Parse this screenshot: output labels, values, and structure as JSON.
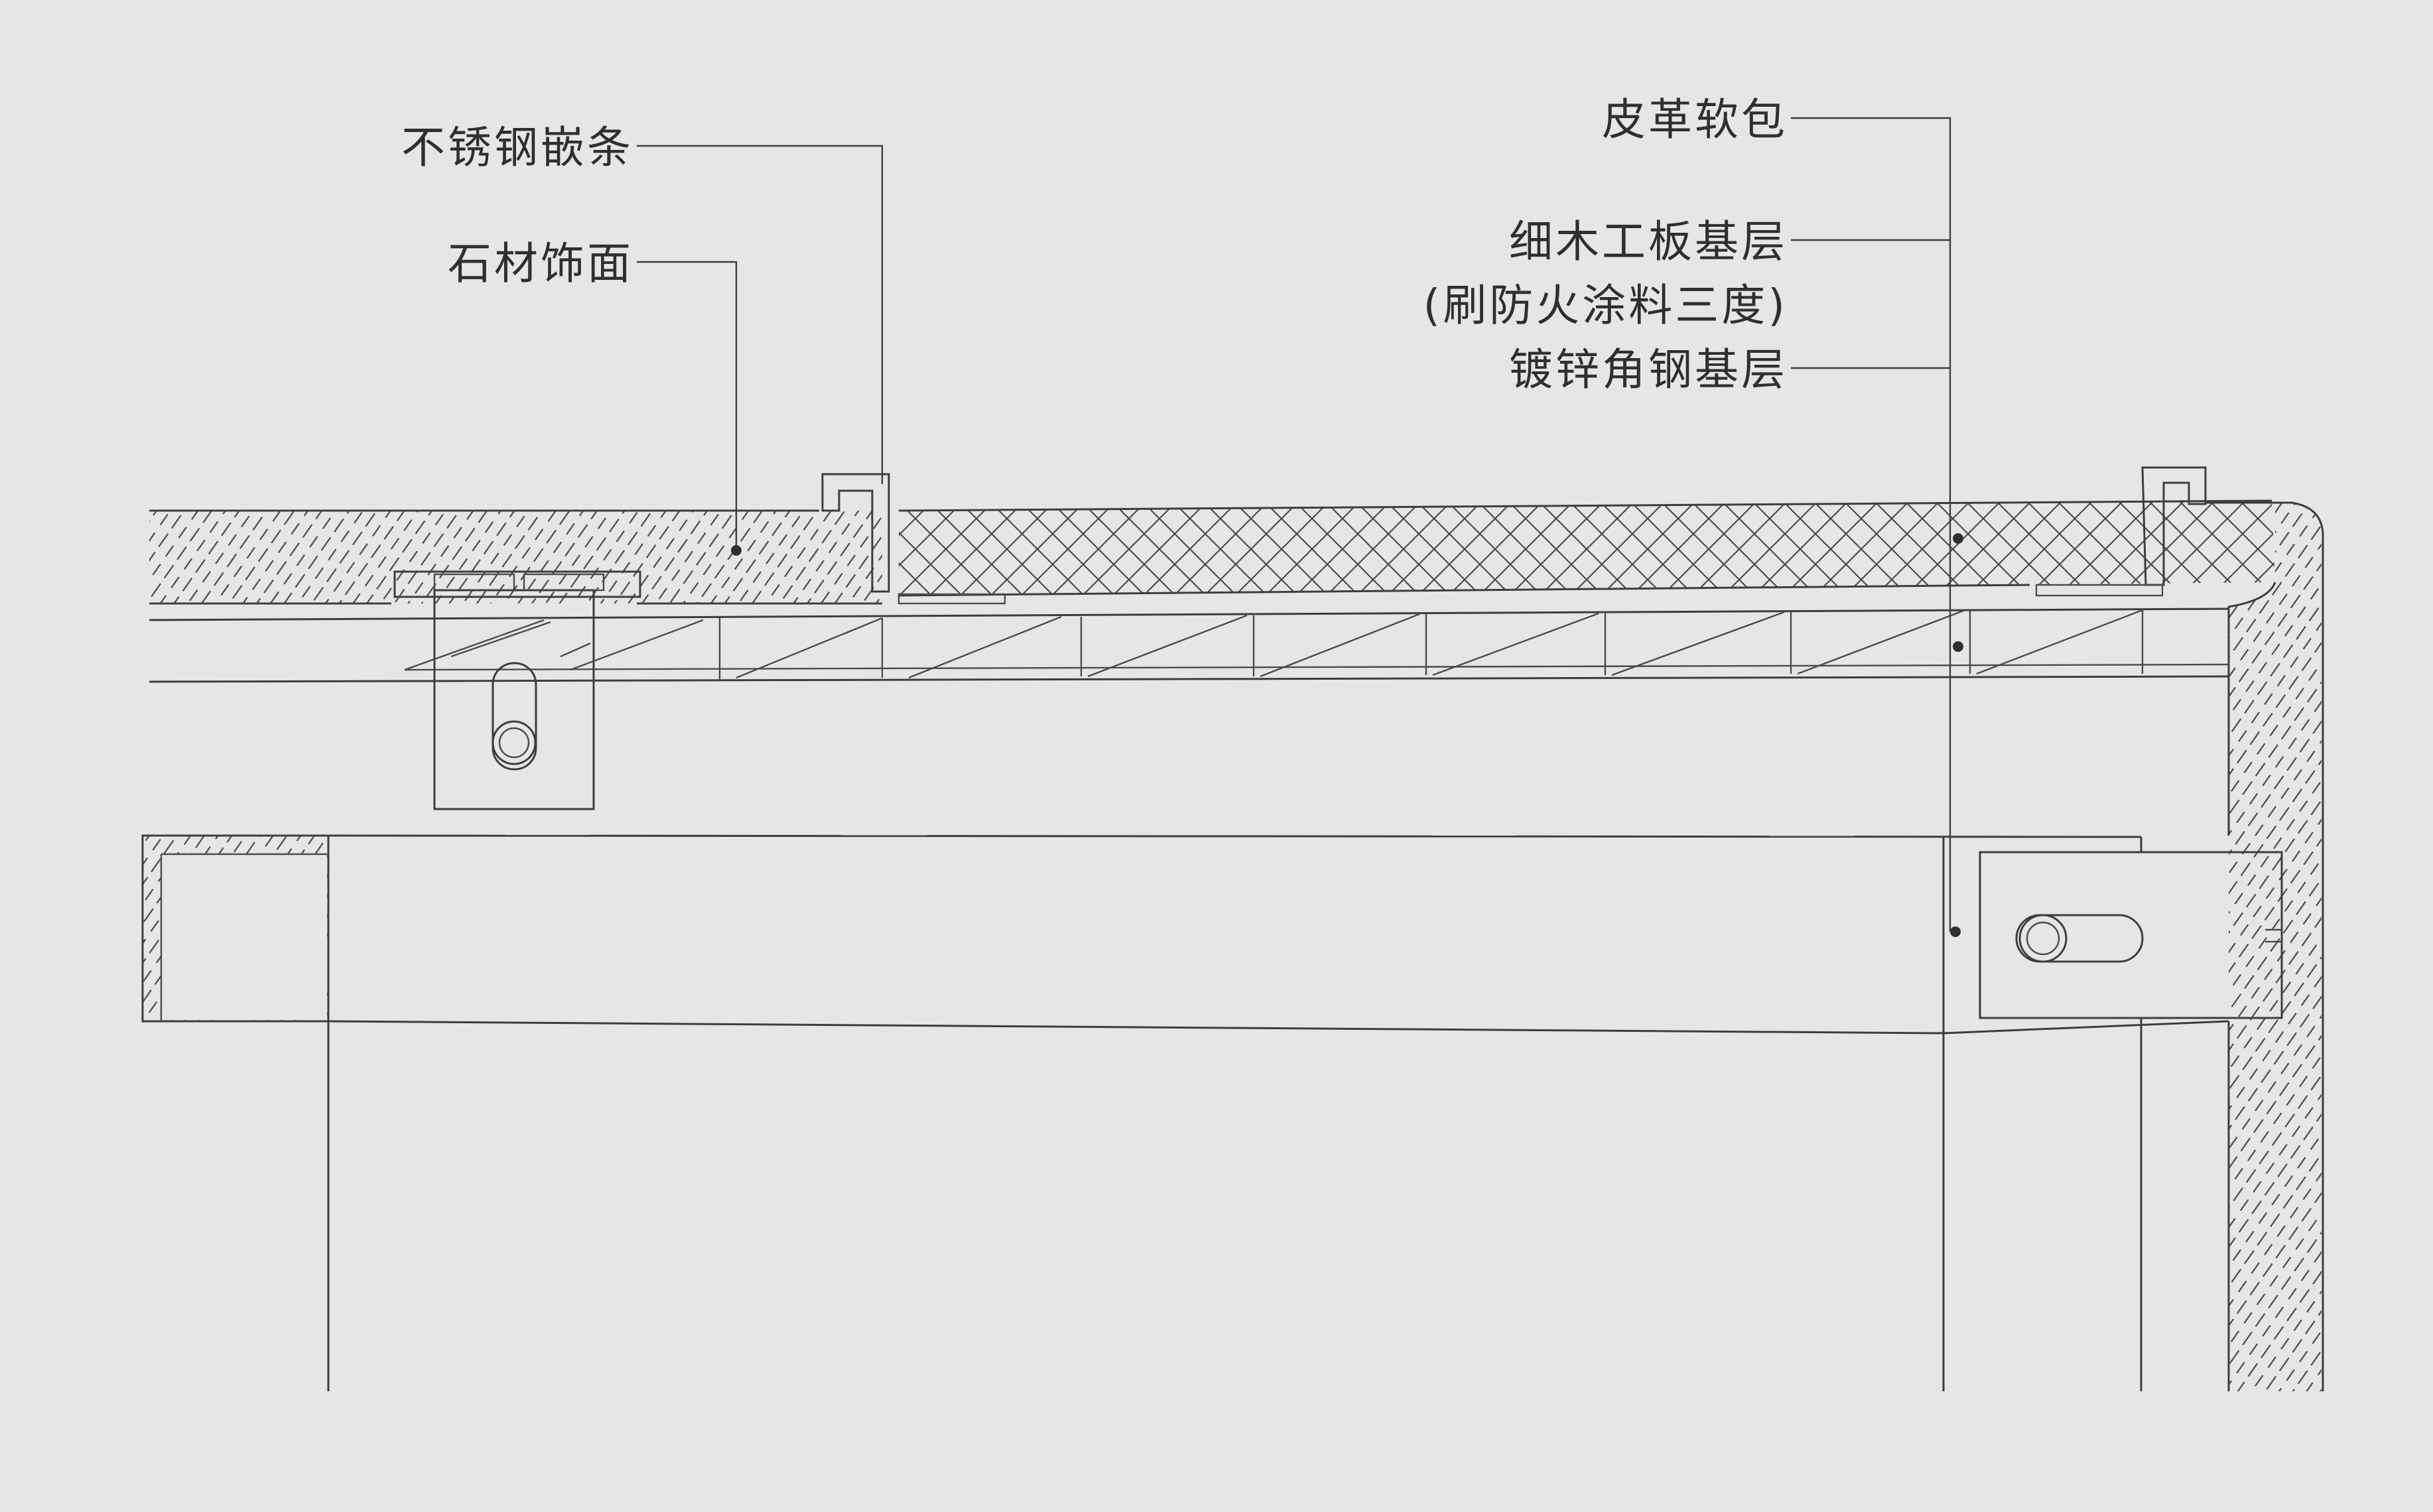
{
  "labels": {
    "stainless_strip": "不锈钢嵌条",
    "stone_finish": "石材饰面",
    "leather_pad": "皮革软包",
    "plywood_base": "细木工板基层",
    "fireproof_note": "(刷防火涂料三度)",
    "galvanized_steel": "镀锌角钢基层"
  },
  "colors": {
    "paper": "#e6e7e5",
    "ink": "#3c3d3e",
    "text": "#2e2f30"
  }
}
